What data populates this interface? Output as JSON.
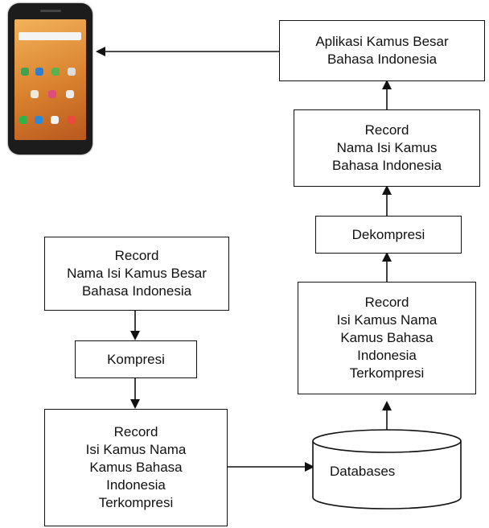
{
  "colors": {
    "line": "#111111",
    "phone_body": "#1c1c1c",
    "phone_screen": "#e39a45"
  },
  "phone": {
    "icon": "smartphone-icon"
  },
  "nodes": {
    "app": {
      "lines": [
        "Aplikasi Kamus Besar",
        "Bahasa Indonesia"
      ]
    },
    "record_top": {
      "lines": [
        "Record",
        "Nama Isi Kamus",
        "Bahasa Indonesia"
      ]
    },
    "dekompresi": {
      "lines": [
        "Dekompresi"
      ]
    },
    "record_compressed_right": {
      "lines": [
        "Record",
        "Isi Kamus Nama",
        "Kamus Bahasa",
        "Indonesia",
        "Terkompresi"
      ]
    },
    "record_left": {
      "lines": [
        "Record",
        "Nama Isi Kamus Besar",
        "Bahasa Indonesia"
      ]
    },
    "kompresi": {
      "lines": [
        "Kompresi"
      ]
    },
    "record_compressed_left": {
      "lines": [
        "Record",
        "Isi Kamus Nama",
        "Kamus Bahasa",
        "Indonesia",
        "Terkompresi"
      ]
    },
    "database": {
      "label": "Databases"
    }
  }
}
